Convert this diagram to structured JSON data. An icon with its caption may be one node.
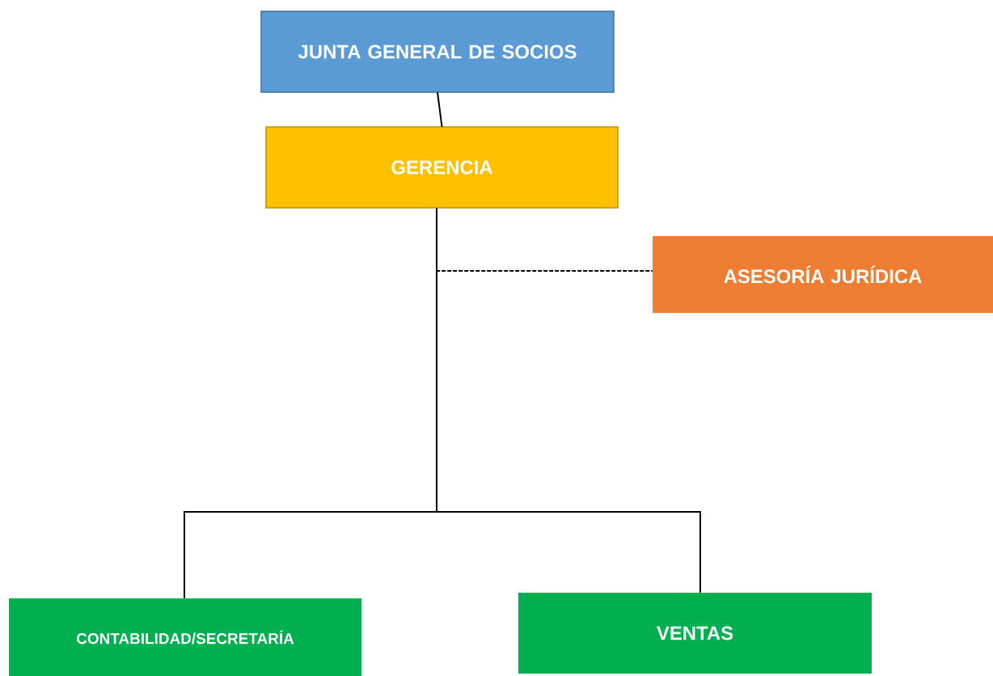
{
  "diagram": {
    "nodes": [
      {
        "text": [
          "JUNTA GENERAL DE SOCIOS"
        ]
      },
      {
        "text": [
          "GERENCIA"
        ]
      },
      {
        "text": [
          "ASESORÍA JURÍDICA"
        ]
      },
      {
        "text": [
          "CONTABILIDAD/SECRETARÍA"
        ]
      },
      {
        "text": [
          "VENTAS"
        ]
      }
    ],
    "edges": [
      {
        "from": 0,
        "to": 1,
        "arrow": "none"
      },
      {
        "from": 1,
        "to": 2,
        "arrow": "none",
        "style": "dashed"
      },
      {
        "from": 1,
        "to": 3,
        "arrow": "none"
      },
      {
        "from": 1,
        "to": 4,
        "arrow": "none"
      }
    ]
  }
}
